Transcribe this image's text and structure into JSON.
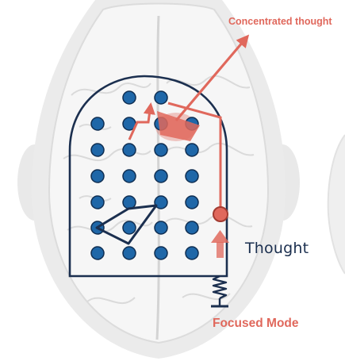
{
  "labels": {
    "concentrated": "Concentrated thought",
    "thought": "Thought",
    "mode": "Focused Mode"
  },
  "colors": {
    "accent": "#e0685c",
    "electrode_fill": "#1f67a8",
    "electrode_stroke": "#0f2e52",
    "frame": "#1b2f4f",
    "text_dark": "#1b2f4f",
    "brain_bg": "#e8e8e8",
    "brain_line": "#c9c9c9"
  },
  "grid": {
    "rows": 6,
    "cols": 4,
    "top_row_cols": [
      1,
      2
    ],
    "active_electrode": "Thought"
  }
}
